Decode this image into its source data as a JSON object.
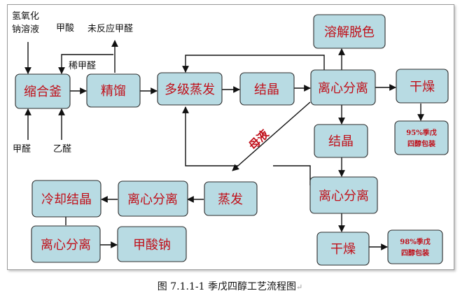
{
  "diagram": {
    "nodes": {
      "condenser": "缩合釜",
      "rectify": "精馏",
      "evaporate_multi": "多级蒸发",
      "crystallize_1": "结晶",
      "centrifuge_1": "离心分离",
      "dissolve": "溶解脱色",
      "dry_1": "干燥",
      "pack_95": [
        "95%季戊",
        "四醇包装"
      ],
      "crystallize_2": "结晶",
      "centrifuge_2": "离心分离",
      "dry_2": "干燥",
      "pack_98": [
        "98%季戊",
        "四醇包装"
      ],
      "evaporate": "蒸发",
      "centrifuge_3": "离心分离",
      "cool_crystallize": "冷却结晶",
      "centrifuge_4": "离心分离",
      "sodium_formate": "甲酸钠"
    },
    "inputs": {
      "naoh": [
        "氢氧化",
        "钠溶液"
      ],
      "formic_acid": "甲酸",
      "unreacted_formaldehyde": "未反应甲醛",
      "dilute_formaldehyde": "稀甲醛",
      "formaldehyde": "甲醛",
      "acetaldehyde": "乙醛"
    },
    "edge_labels": {
      "mother_liquor": "母液"
    }
  },
  "caption": {
    "text": "图 7.1.1-1  季戊四醇工艺流程图",
    "mark": "↵"
  }
}
